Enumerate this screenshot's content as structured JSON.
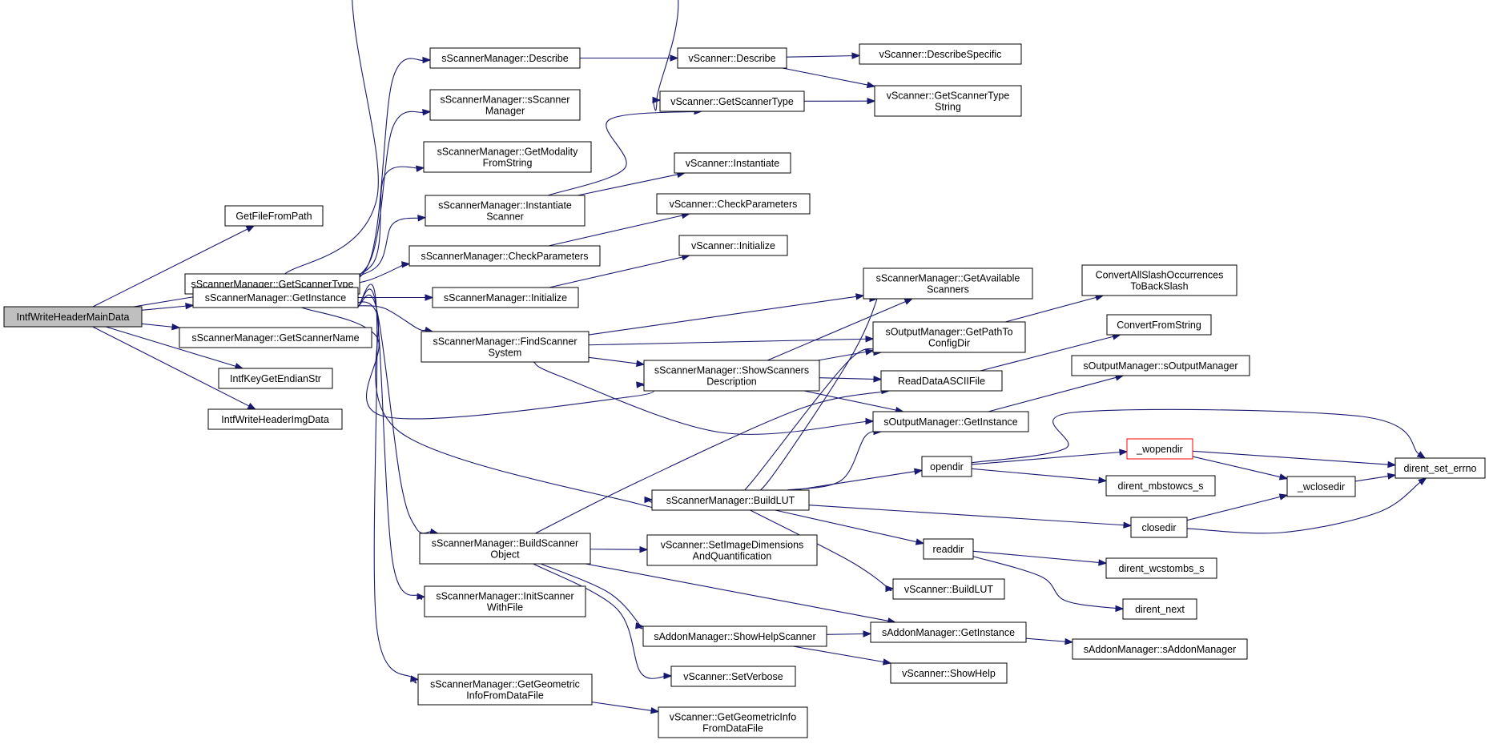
{
  "colors": {
    "edge": "#191970",
    "root_fill": "#bfbfbf",
    "border": "#000000",
    "highlight_border": "#ff0000",
    "background": "#ffffff"
  },
  "nodes": {
    "root": [
      "IntfWriteHeaderMainData"
    ],
    "getfilefrompath": [
      "GetFileFromPath"
    ],
    "sm_getscannertype": [
      "sScannerManager::GetScannerType"
    ],
    "sm_getinstance": [
      "sScannerManager::GetInstance"
    ],
    "sm_getscannername": [
      "sScannerManager::GetScannerName"
    ],
    "intfkeygetendianstr": [
      "IntfKeyGetEndianStr"
    ],
    "intfwriteheaderimgdata": [
      "IntfWriteHeaderImgData"
    ],
    "sm_describe": [
      "sScannerManager::Describe"
    ],
    "sm_sscannermanager": [
      "sScannerManager::sScanner",
      "Manager"
    ],
    "sm_getmodalityfromstring": [
      "sScannerManager::GetModality",
      "FromString"
    ],
    "sm_instantiatescanner": [
      "sScannerManager::Instantiate",
      "Scanner"
    ],
    "sm_checkparameters": [
      "sScannerManager::CheckParameters"
    ],
    "sm_initialize": [
      "sScannerManager::Initialize"
    ],
    "sm_findscannersystem": [
      "sScannerManager::FindScanner",
      "System"
    ],
    "sm_buildscannerobject": [
      "sScannerManager::BuildScanner",
      "Object"
    ],
    "sm_initscannerwithfile": [
      "sScannerManager::InitScanner",
      "WithFile"
    ],
    "sm_getgeometricinfofromdatafile": [
      "sScannerManager::GetGeometric",
      "InfoFromDataFile"
    ],
    "vs_describe": [
      "vScanner::Describe"
    ],
    "vs_getscannertype": [
      "vScanner::GetScannerType"
    ],
    "vs_instantiate": [
      "vScanner::Instantiate"
    ],
    "vs_checkparameters": [
      "vScanner::CheckParameters"
    ],
    "vs_initialize": [
      "vScanner::Initialize"
    ],
    "sm_showscannersdescription": [
      "sScannerManager::ShowScanners",
      "Description"
    ],
    "sm_buildlut": [
      "sScannerManager::BuildLUT"
    ],
    "vs_setimagedimensions": [
      "vScanner::SetImageDimensions",
      "AndQuantification"
    ],
    "am_showhelpscanner": [
      "sAddonManager::ShowHelpScanner"
    ],
    "vs_setverbose": [
      "vScanner::SetVerbose"
    ],
    "vs_getgeometricinfofromdatafile": [
      "vScanner::GetGeometricInfo",
      "FromDataFile"
    ],
    "vs_describespecific": [
      "vScanner::DescribeSpecific"
    ],
    "vs_getscannertypestring": [
      "vScanner::GetScannerType",
      "String"
    ],
    "sm_getavailablescanners": [
      "sScannerManager::GetAvailable",
      "Scanners"
    ],
    "om_getpathtoconfigdir": [
      "sOutputManager::GetPathTo",
      "ConfigDir"
    ],
    "readdataasciifile": [
      "ReadDataASCIIFile"
    ],
    "om_getinstance": [
      "sOutputManager::GetInstance"
    ],
    "opendir": [
      "opendir"
    ],
    "closedir": [
      "closedir"
    ],
    "readdir": [
      "readdir"
    ],
    "vs_buildlut": [
      "vScanner::BuildLUT"
    ],
    "am_getinstance": [
      "sAddonManager::GetInstance"
    ],
    "vs_showhelp": [
      "vScanner::ShowHelp"
    ],
    "convertallslash": [
      "ConvertAllSlashOccurrences",
      "ToBackSlash"
    ],
    "convertfromstring": [
      "ConvertFromString"
    ],
    "om_soutputmanager": [
      "sOutputManager::sOutputManager"
    ],
    "wopendir": [
      "_wopendir"
    ],
    "dirent_mbstowcs_s": [
      "dirent_mbstowcs_s"
    ],
    "wclosedir": [
      "_wclosedir"
    ],
    "dirent_set_errno": [
      "dirent_set_errno"
    ],
    "dirent_wcstombs_s": [
      "dirent_wcstombs_s"
    ],
    "dirent_next": [
      "dirent_next"
    ],
    "am_saddonmanager": [
      "sAddonManager::sAddonManager"
    ]
  }
}
